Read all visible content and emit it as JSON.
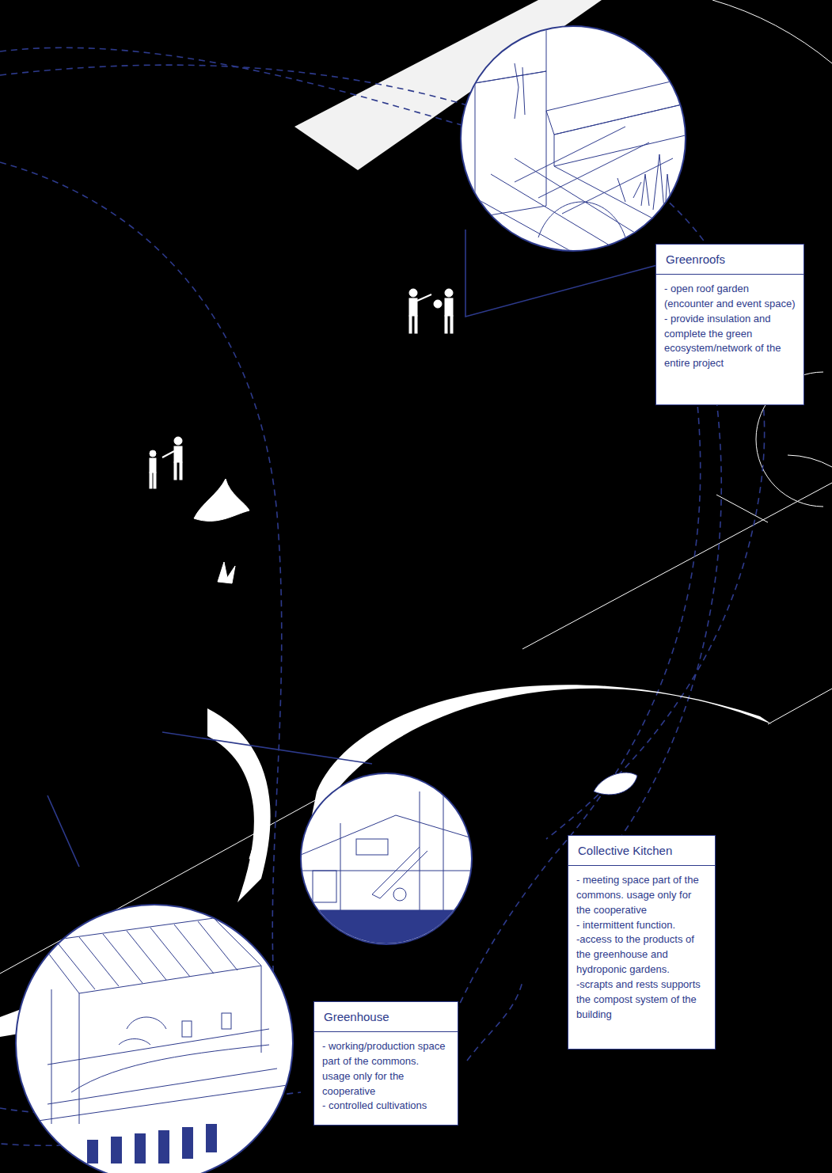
{
  "diagram": {
    "nodes": [
      {
        "text": [
          "Greenroofs",
          "- open roof garden (encounter and event space)",
          "- provide insulation and complete the green ecosystem/network of the entire project"
        ]
      },
      {
        "text": [
          "Collective Kitchen",
          "- meeting space part of the commons. usage only for the cooperative",
          "- intermittent function.",
          "-access to the products of the greenhouse and hydroponic gardens.",
          "-scrapts and rests supports the compost system of the building"
        ]
      },
      {
        "text": [
          "Greenhouse",
          "- working/production space part of the commons. usage only for the cooperative",
          "- controlled cultivations"
        ]
      }
    ]
  }
}
